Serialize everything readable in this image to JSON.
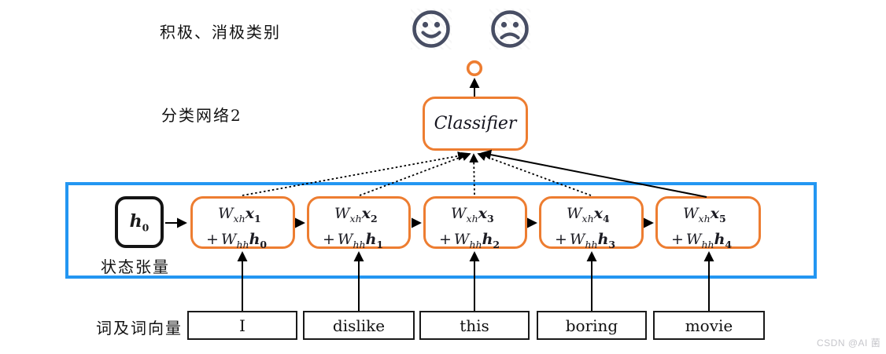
{
  "labels": {
    "categories": "积极、消极类别",
    "network": "分类网络2",
    "state_tensor": "状态张量",
    "word_vectors": "词及词向量"
  },
  "classifier": {
    "label": "Classifier"
  },
  "icons": {
    "positive": "smiley-happy-icon",
    "negative": "smiley-sad-icon",
    "output": "output-circle-icon"
  },
  "colors": {
    "accent_orange": "#ED7D31",
    "container_blue": "#2396F2",
    "icon_dark": "#474D63"
  },
  "rnn": {
    "weight_symbol": "W",
    "sub_xh": "xh",
    "sub_hh": "hh",
    "input_var": "x",
    "state_var": "h",
    "plus": "+",
    "initial_state": {
      "var": "h",
      "sub": "0"
    },
    "cells": [
      {
        "x_index": "1",
        "h_index": "0"
      },
      {
        "x_index": "2",
        "h_index": "1"
      },
      {
        "x_index": "3",
        "h_index": "2"
      },
      {
        "x_index": "4",
        "h_index": "3"
      },
      {
        "x_index": "5",
        "h_index": "4"
      }
    ]
  },
  "words": [
    "I",
    "dislike",
    "this",
    "boring",
    "movie"
  ],
  "watermark": "CSDN @AI 菌"
}
